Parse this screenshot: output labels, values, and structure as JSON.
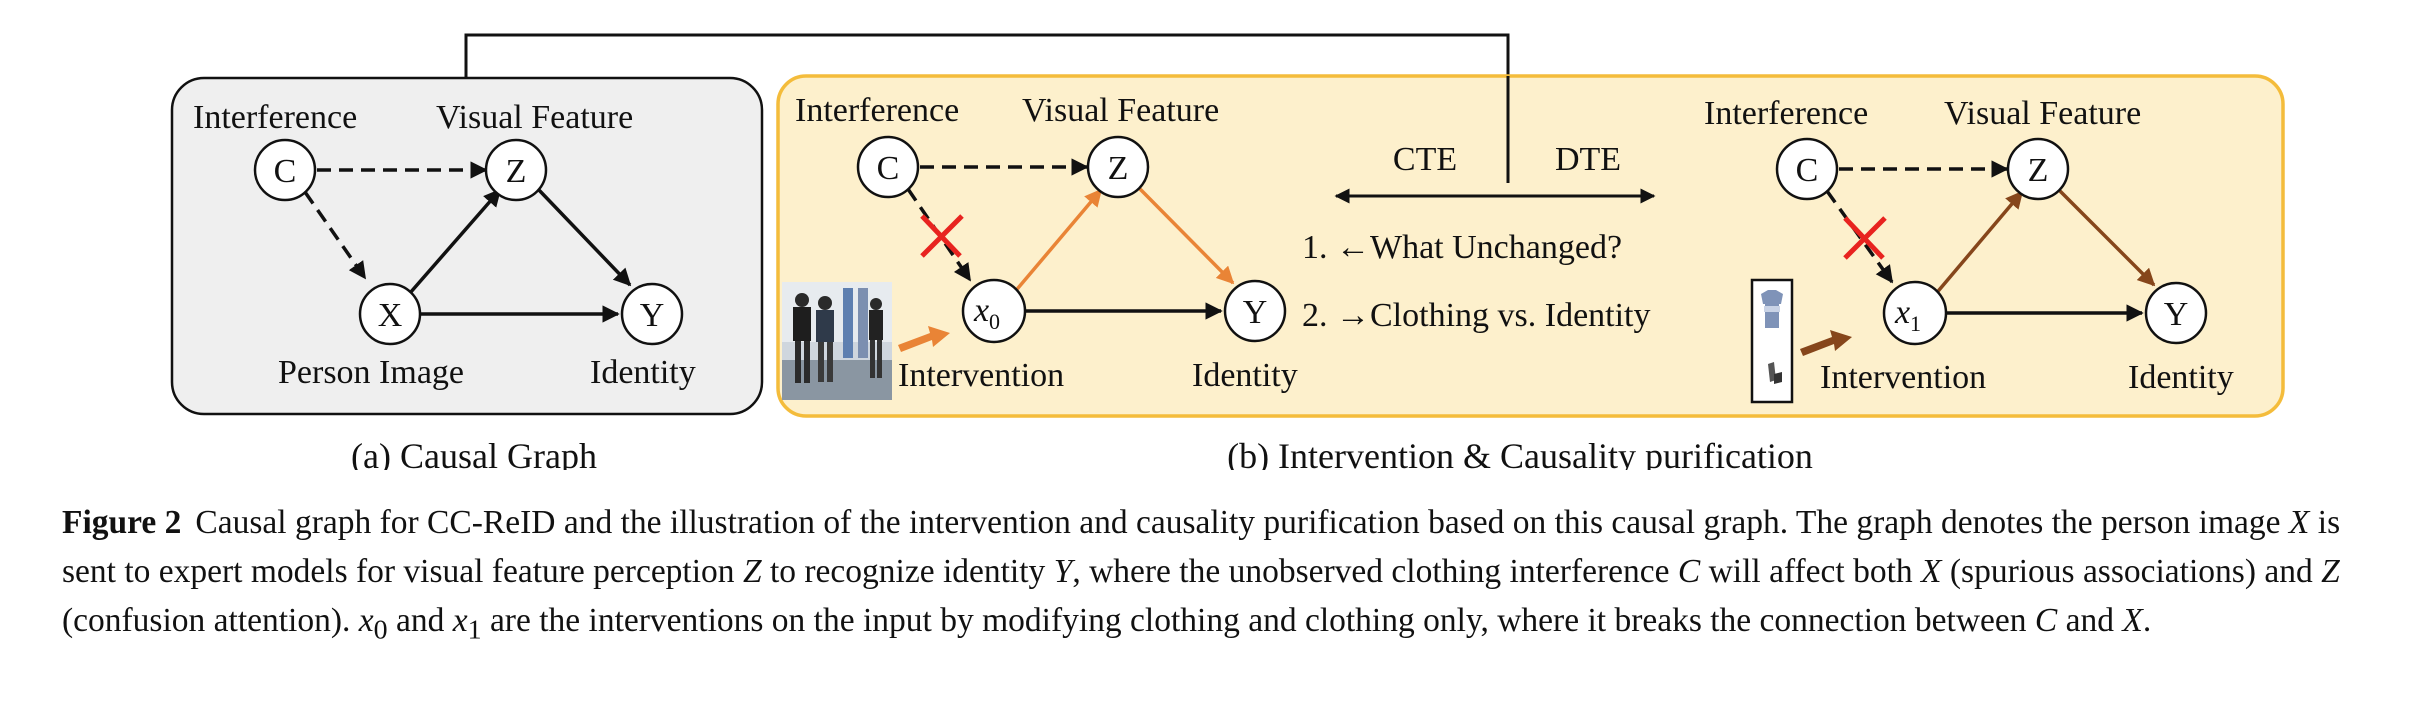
{
  "diagram_a": {
    "nodes": {
      "c": "C",
      "z": "Z",
      "x": "X",
      "y": "Y"
    },
    "labels": {
      "interference": "Interference",
      "visual_feature": "Visual Feature",
      "person_image": "Person Image",
      "identity": "Identity"
    },
    "subcaption": "(a) Causal Graph"
  },
  "diagram_b": {
    "left": {
      "nodes": {
        "c": "C",
        "z": "Z",
        "x_main": "x",
        "x_sub": "0",
        "y": "Y"
      },
      "labels": {
        "interference": "Interference",
        "visual_feature": "Visual Feature",
        "intervention": "Intervention",
        "identity": "Identity"
      },
      "arrow_color": "#e98436"
    },
    "middle": {
      "cte": "CTE",
      "dte": "DTE",
      "step1": "1. ←What Unchanged?",
      "step2": "2. →Clothing vs. Identity"
    },
    "right": {
      "nodes": {
        "c": "C",
        "z": "Z",
        "x_main": "x",
        "x_sub": "1",
        "y": "Y"
      },
      "labels": {
        "interference": "Interference",
        "visual_feature": "Visual Feature",
        "intervention": "Intervention",
        "identity": "Identity"
      },
      "arrow_color": "#86461b"
    },
    "panel_fill": "#fdf0cc",
    "panel_border": "#f4bc3b",
    "cross_color": "#e8231f",
    "subcaption": "(b) Intervention & Causality purification"
  },
  "caption": {
    "lead": "Figure 2",
    "t1": "Causal graph for CC-ReID and the illustration of the intervention and causality purification based on this causal graph. The graph denotes the person image ",
    "m1": "X",
    "t2": " is sent to expert models for visual feature perception ",
    "m2": "Z",
    "t3": " to recognize identity ",
    "m3": "Y",
    "t4": ", where the unobserved clothing interference ",
    "m4": "C",
    "t5": " will affect both ",
    "m5": "X",
    "t6": " (spurious associations) and ",
    "m6": "Z",
    "t7": " (confusion attention). ",
    "m7": "x",
    "s7": "0",
    "t8": " and ",
    "m8": "x",
    "s8": "1",
    "t9": " are the interventions on the input by modifying clothing and clothing only, where it breaks the connection between ",
    "m9": "C",
    "t10": " and ",
    "m10": "X",
    "t11": "."
  }
}
